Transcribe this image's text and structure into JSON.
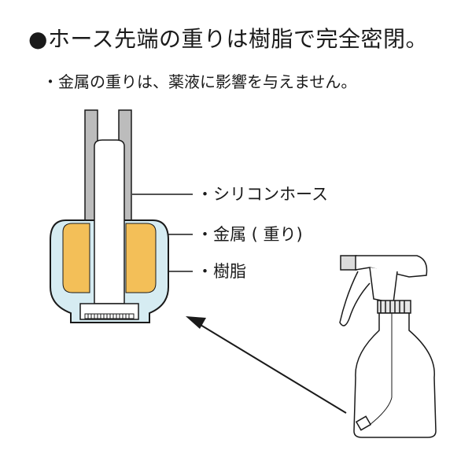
{
  "header": {
    "title": "●ホース先端の重りは樹脂で完全密閉。",
    "subtitle": "・金属の重りは、薬液に影響を与えません。"
  },
  "labels": {
    "hose": "・シリコンホース",
    "metal": "・金属 ( 重り)",
    "resin": "・樹脂"
  },
  "colors": {
    "resin_fill": "#d6ecf2",
    "metal_fill": "#f3bf58",
    "line": "#1a1a1a",
    "hose_fill": "#bcbcbc"
  },
  "icons": {
    "bottle": "spray-bottle-icon",
    "arrow": "arrow-icon"
  }
}
